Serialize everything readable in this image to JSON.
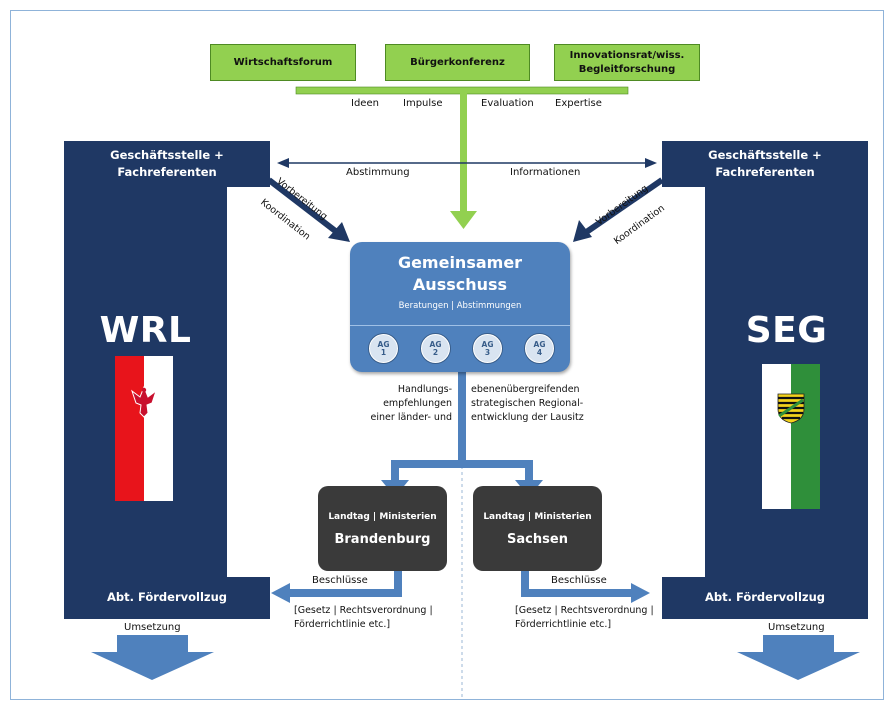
{
  "top_boxes": {
    "wirtschaftsforum": "Wirtschaftsforum",
    "buergerkonferenz": "Bürgerkonferenz",
    "innovationsrat_line1": "Innovationsrat/wiss.",
    "innovationsrat_line2": "Begleitforschung"
  },
  "inputs": {
    "ideen": "Ideen",
    "impulse": "Impulse",
    "evaluation": "Evaluation",
    "expertise": "Expertise"
  },
  "flows": {
    "abstimmung": "Abstimmung",
    "informationen": "Informationen",
    "vorbereitung": "Vorbereitung",
    "koordination": "Koordination"
  },
  "left_panel": {
    "header_line1": "Geschäftsstelle +",
    "header_line2": "Fachreferenten",
    "acronym": "WRL",
    "footer": "Abt. Fördervollzug",
    "umsetzung": "Umsetzung"
  },
  "right_panel": {
    "header_line1": "Geschäftsstelle +",
    "header_line2": "Fachreferenten",
    "acronym": "SEG",
    "footer": "Abt. Fördervollzug",
    "umsetzung": "Umsetzung"
  },
  "committee": {
    "title_line1": "Gemeinsamer",
    "title_line2": "Ausschuss",
    "subtitle": "Beratungen | Abstimmungen",
    "working_groups": [
      {
        "label": "AG",
        "num": "1"
      },
      {
        "label": "AG",
        "num": "2"
      },
      {
        "label": "AG",
        "num": "3"
      },
      {
        "label": "AG",
        "num": "4"
      }
    ]
  },
  "recommendation": {
    "left": [
      "Handlungs-",
      "empfehlungen",
      "einer länder- und"
    ],
    "right": [
      "ebenenübergreifenden",
      "strategischen Regional-",
      "entwicklung der Lausitz"
    ]
  },
  "states": {
    "brandenburg": {
      "line1": "Landtag | Ministerien",
      "line2": "Brandenburg"
    },
    "sachsen": {
      "line1": "Landtag | Ministerien",
      "line2": "Sachsen"
    }
  },
  "outputs": {
    "beschluesse": "Beschlüsse",
    "gesetz_line1": "[Gesetz | Rechtsverordnung |",
    "gesetz_line2": "Förderrichtlinie etc.]"
  },
  "colors": {
    "navy": "#1f3864",
    "committee_blue": "#4f81bd",
    "arrow_blue": "#4f81bd",
    "green": "#92d050",
    "dark_box": "#3a3a3a",
    "brandenburg_red": "#e8141b",
    "sachsen_green": "#2f8f3a"
  }
}
